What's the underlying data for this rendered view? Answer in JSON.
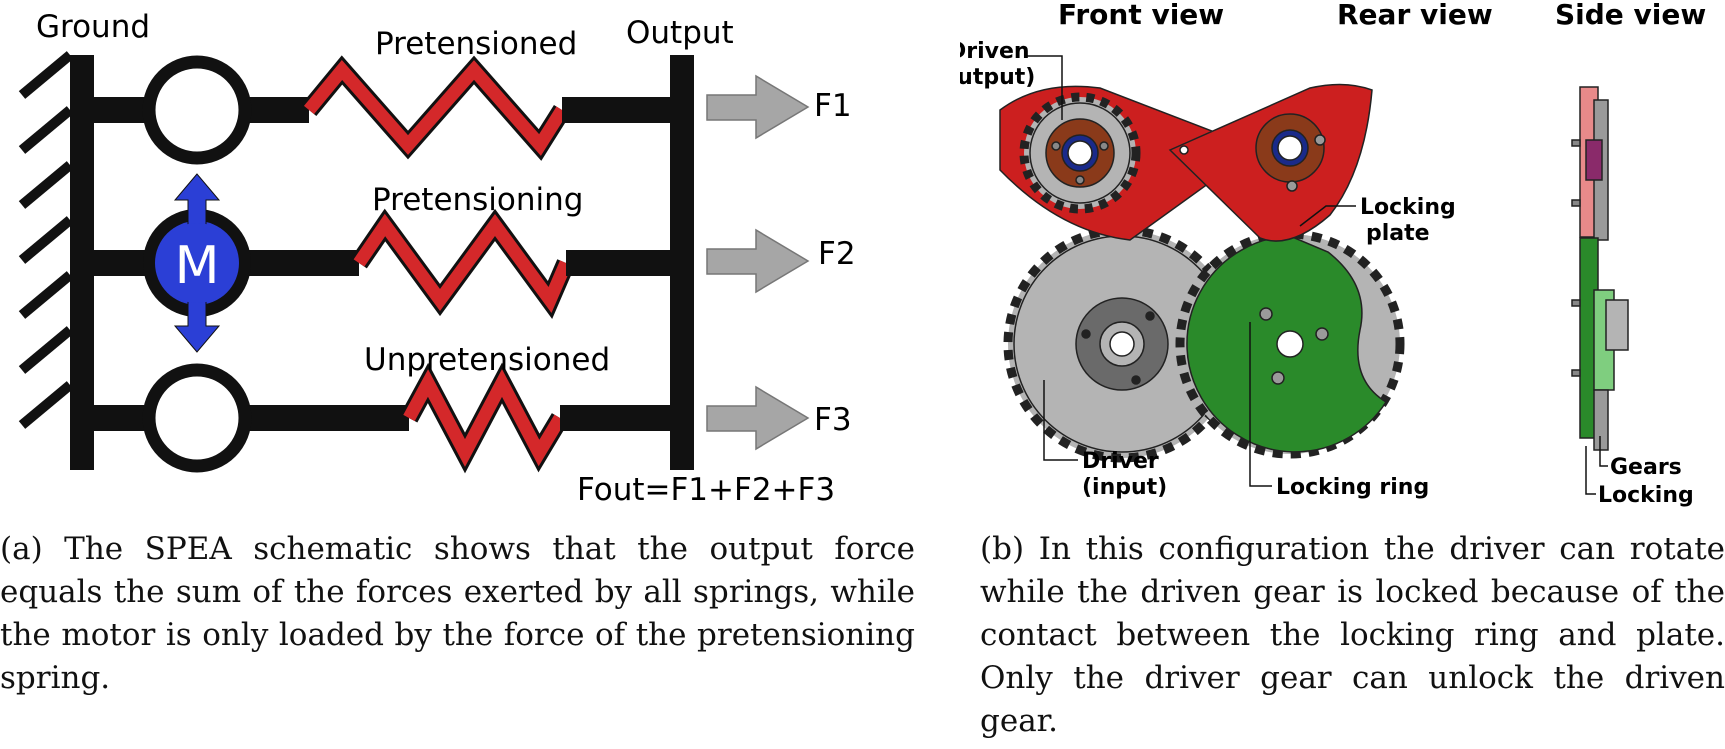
{
  "schematic": {
    "ground_label": "Ground",
    "output_label": "Output",
    "motor_label": "M",
    "springs": [
      {
        "label": "Pretensioned",
        "force": "F1"
      },
      {
        "label": "Pretensioning",
        "force": "F2"
      },
      {
        "label": "Unpretensioned",
        "force": "F3"
      }
    ],
    "sum_label": "Fout=F1+F2+F3",
    "colors": {
      "spring": "#d4282a",
      "motor": "#2b3fd6",
      "arrow": "#a6a6a6",
      "frame": "#111111"
    }
  },
  "mechanism": {
    "views": {
      "front": "Front view",
      "rear": "Rear view",
      "side": "Side view"
    },
    "labels": {
      "driven_line1": "Driven",
      "driven_line2": "(output)",
      "driver_line1": "Driver",
      "driver_line2": "(input)",
      "locking_plate_line1": "Locking",
      "locking_plate_line2": "plate",
      "locking_ring": "Locking ring",
      "gears": "Gears",
      "locking": "Locking"
    },
    "colors": {
      "plate": "#cc1f1f",
      "ring": "#2a8a2a",
      "gear": "#b4b4b4",
      "hub": "#8a3a1a"
    }
  },
  "captions": {
    "a": "(a) The SPEA schematic shows that the output force equals the sum of the forces exerted by all springs, while the motor is only loaded by the force of the pretensioning spring.",
    "b": "(b) In this configuration the driver can rotate while the driven gear is locked because of the contact between the locking ring and plate. Only the driver gear can unlock the driven gear."
  }
}
